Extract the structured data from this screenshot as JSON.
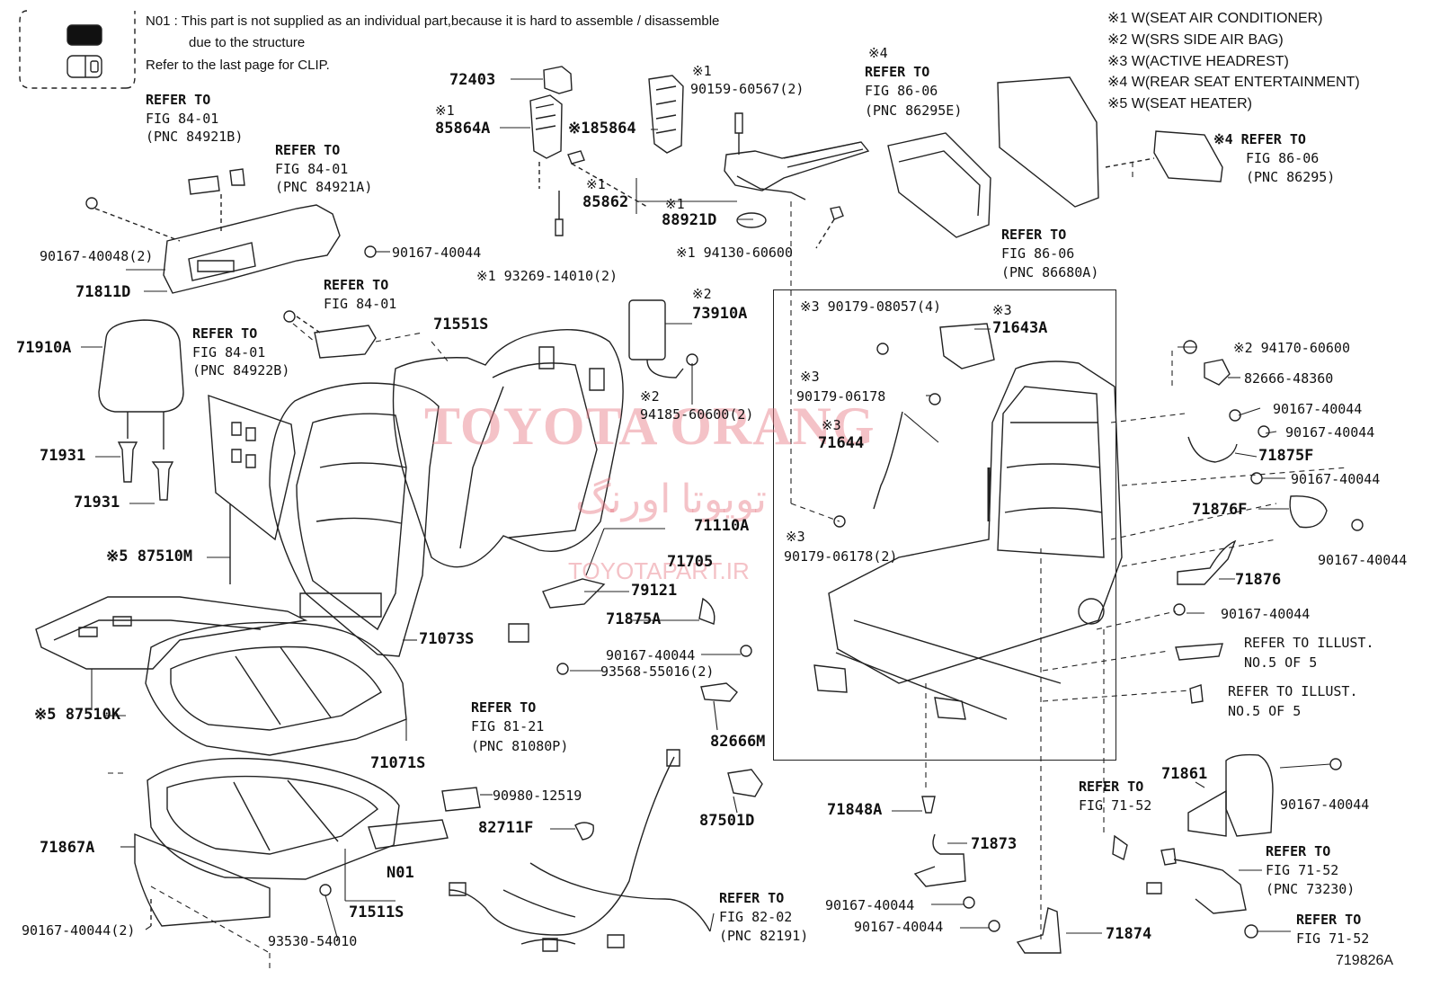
{
  "notes": {
    "n01_line1": "N01 : This part is not supplied as an individual part,because it is hard to assemble / disassemble",
    "n01_line2": "due to the structure",
    "clip_note": "Refer to the last page for CLIP."
  },
  "legend": [
    "※1  W(SEAT AIR CONDITIONER)",
    "※2  W(SRS SIDE AIR BAG)",
    "※3  W(ACTIVE HEADREST)",
    "※4  W(REAR SEAT ENTERTAINMENT)",
    "※5  W(SEAT HEATER)"
  ],
  "watermark": {
    "main": "TOYOTA ORANG",
    "farsi": "تویوتا اورنگ",
    "site": "TOYOTAPART.IR"
  },
  "diagram_id": "719826A",
  "labels": {
    "p72403": "72403",
    "m85864a": "※1",
    "p85864a": "85864A",
    "p85864": "※185864",
    "m90159": "※1",
    "p90159": "90159-60567(2)",
    "m85862": "※1",
    "p85862": "85862",
    "m88921d": "※1",
    "p88921d": "88921D",
    "p94130": "※1 94130-60600",
    "p93269": "※1 93269-14010(2)",
    "ref_a1": "REFER TO",
    "ref_a2": "FIG 84-01",
    "ref_a3": "(PNC 84921B)",
    "ref_b1": "REFER TO",
    "ref_b2": "FIG 84-01",
    "ref_b3": "(PNC 84921A)",
    "p90167_48": "90167-40048(2)",
    "p90167_a": "90167-40044",
    "p71811d": "71811D",
    "ref_c1": "REFER TO",
    "ref_c2": "FIG 84-01",
    "ref_d1": "REFER TO",
    "ref_d2": "FIG 84-01",
    "ref_d3": "(PNC 84922B)",
    "p71910a": "71910A",
    "p71551s": "71551S",
    "m73910a": "※2",
    "p73910a": "73910A",
    "m94185": "※2",
    "p94185": "94185-60600(2)",
    "p71931a": "71931",
    "p71931b": "71931",
    "p87510m": "※5 87510M",
    "p71110a": "71110A",
    "p71705": "71705",
    "p79121": "79121",
    "p71875a": "71875A",
    "p71073s": "71073S",
    "p87510k": "※5 87510K",
    "p71071s": "71071S",
    "ref_e1": "REFER TO",
    "ref_e2": "FIG 81-21",
    "ref_e3": "(PNC 81080P)",
    "p90167_b": "90167-40044",
    "p93568": "93568-55016(2)",
    "p82666m": "82666M",
    "p90980": "90980-12519",
    "p82711f": "82711F",
    "p87501d": "87501D",
    "p71867a": "71867A",
    "pN01": "N01",
    "p71511s": "71511S",
    "p90167_c": "90167-40044(2)",
    "p93530": "93530-54010",
    "ref_f1": "REFER TO",
    "ref_f2": "FIG 82-02",
    "ref_f3": "(PNC 82191)",
    "m86295e": "※4",
    "ref_g1": "REFER TO",
    "ref_g2": "FIG 86-06",
    "ref_g3": "(PNC 86295E)",
    "ref_h1": "REFER TO",
    "ref_h2": "FIG 86-06",
    "ref_h3": "(PNC 86680A)",
    "ref_i1": "※4 REFER TO",
    "ref_i2": "FIG 86-06",
    "ref_i3": "(PNC 86295)",
    "p90179_08057": "※3 90179-08057(4)",
    "m71643a": "※3",
    "p71643a": "71643A",
    "m90179_06178": "※3",
    "p90179_06178": "90179-06178",
    "p71644": "※3",
    "p71644n": "71644",
    "m90179_2": "※3",
    "p90179_2": "90179-06178(2)",
    "p94170": "※2 94170-60600",
    "p82666_48360": "82666-48360",
    "p90167_d": "90167-40044",
    "p90167_e": "90167-40044",
    "p71875f": "71875F",
    "p90167_f": "90167-40044",
    "p71876f": "71876F",
    "p90167_g": "90167-40044",
    "p71876": "71876",
    "p90167_h": "90167-40044",
    "ref_j1": "REFER TO ILLUST.",
    "ref_j2": "NO.5 OF 5",
    "ref_k1": "REFER TO ILLUST.",
    "ref_k2": "NO.5 OF 5",
    "p71848a": "71848A",
    "p71873": "71873",
    "p90167_i": "90167-40044",
    "p90167_j": "90167-40044",
    "p71874": "71874",
    "ref_l1": "REFER TO",
    "ref_l2": "FIG 71-52",
    "p71861": "71861",
    "p90167_k": "90167-40044",
    "ref_m1": "REFER TO",
    "ref_m2": "FIG 71-52",
    "ref_m3": "(PNC 73230)",
    "ref_n1": "REFER TO",
    "ref_n2": "FIG 71-52"
  }
}
